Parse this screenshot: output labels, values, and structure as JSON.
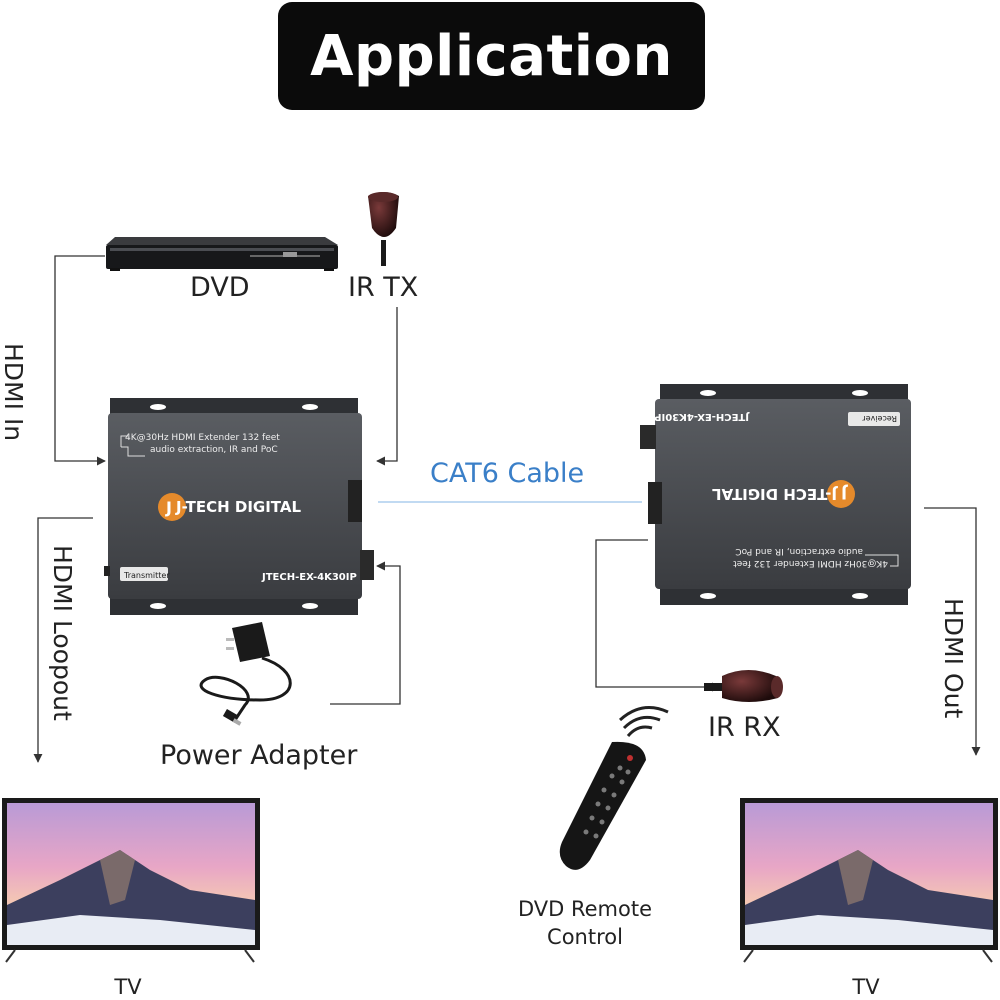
{
  "title": "Application",
  "labels": {
    "dvd": "DVD",
    "ir_tx": "IR TX",
    "hdmi_in": "HDMI In",
    "hdmi_loopout": "HDMI Loopout",
    "cat6": "CAT6 Cable",
    "hdmi_out": "HDMI Out",
    "ir_rx": "IR RX",
    "power_adapter": "Power Adapter",
    "remote_line1": "DVD Remote",
    "remote_line2": "Control",
    "tv_left": "TV",
    "tv_right": "TV"
  },
  "transmitter": {
    "desc_line1": "4K@30Hz HDMI Extender 132 feet",
    "desc_line2": "audio extraction, IR and PoC",
    "brand": "J-TECH DIGITAL",
    "badge": "Transmitter",
    "model": "JTECH-EX-4K30IP"
  },
  "receiver": {
    "desc_line1": "4K@30Hz HDMI Extender 132 feet",
    "desc_line2": "audio extraction, IR and PoC",
    "brand": "J-TECH DIGITAL",
    "badge": "Receiver",
    "model": "JTECH-EX-4K30IP"
  },
  "colors": {
    "cat6_text": "#3a7fc8",
    "cat6_line": "#9cc4ea",
    "title_bg": "#0b0b0b",
    "brand_orange": "#e58a2b"
  },
  "icons": [
    "dvd-player-icon",
    "ir-emitter-icon",
    "ir-receiver-icon",
    "power-adapter-icon",
    "remote-control-icon",
    "tv-icon"
  ]
}
